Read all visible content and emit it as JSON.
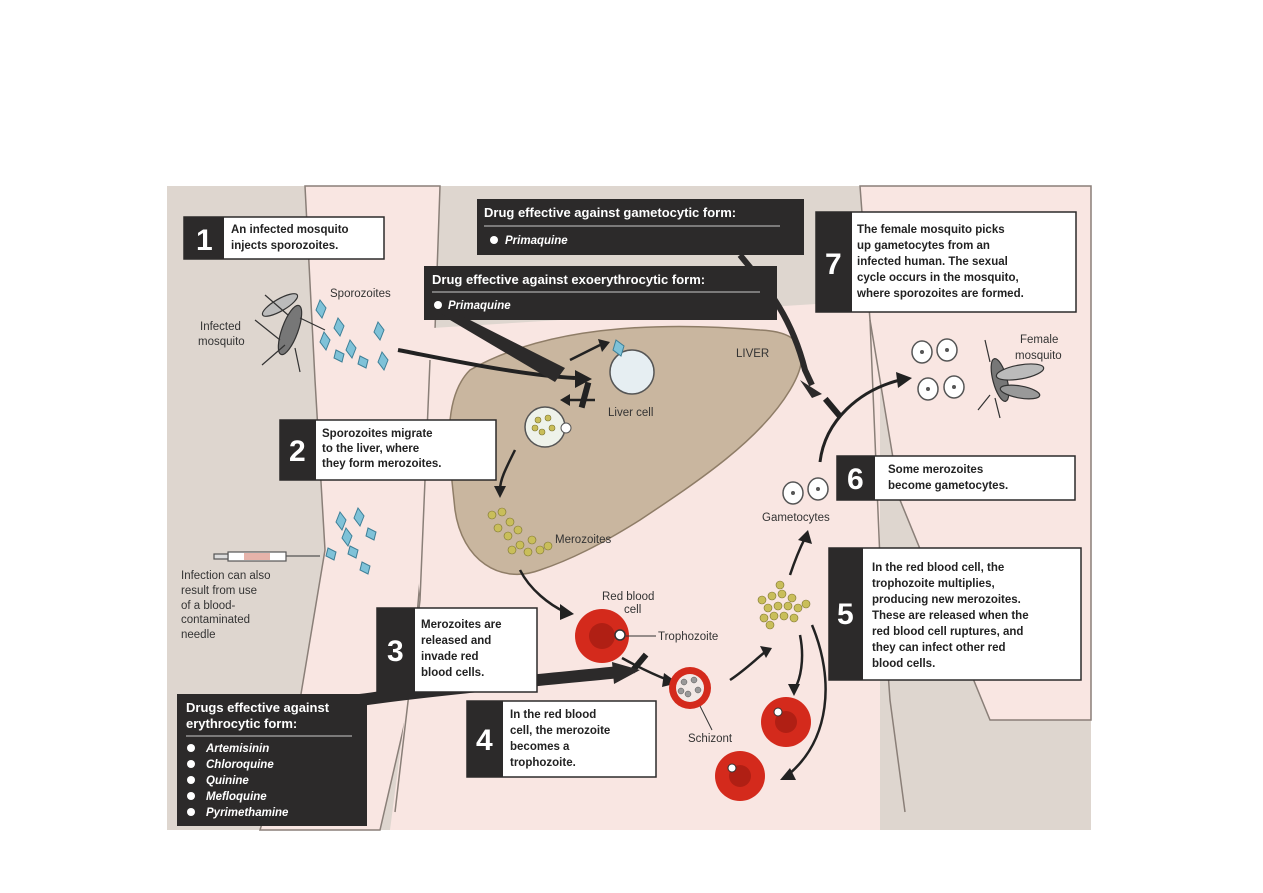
{
  "labels": {
    "sporozoites": "Sporozoites",
    "infected_mosquito": "Infected mosquito",
    "liver": "LIVER",
    "liver_cell": "Liver cell",
    "merozoites": "Merozoites",
    "red_blood_cell": "Red blood cell",
    "trophozoite": "Trophozoite",
    "schizont": "Schizont",
    "gametocytes": "Gametocytes",
    "female_mosquito": "Female mosquito",
    "needle_note": [
      "Infection can also",
      "result from use",
      "of a blood-",
      "contaminated",
      "needle"
    ]
  },
  "steps": [
    {
      "number": "1",
      "lines": [
        "An infected mosquito",
        "injects sporozoites."
      ]
    },
    {
      "number": "2",
      "lines": [
        "Sporozoites migrate",
        "to the liver, where",
        "they form merozoites."
      ]
    },
    {
      "number": "3",
      "lines": [
        "Merozoites are",
        "released and",
        "invade red",
        "blood cells."
      ]
    },
    {
      "number": "4",
      "lines": [
        "In the red blood",
        "cell, the merozoite",
        "becomes a",
        "trophozoite."
      ]
    },
    {
      "number": "5",
      "lines": [
        "In the red blood cell, the",
        "trophozoite multiplies,",
        "producing new merozoites.",
        "These are released when the",
        "red blood cell ruptures, and",
        "they can infect other red",
        "blood cells."
      ]
    },
    {
      "number": "6",
      "lines": [
        "Some merozoites",
        "become gametocytes."
      ]
    },
    {
      "number": "7",
      "lines": [
        "The female mosquito picks",
        "up gametocytes from an",
        "infected human. The sexual",
        "cycle occurs in the mosquito,",
        "where sporozoites are formed."
      ]
    }
  ],
  "drug_boxes": {
    "gametocytic": {
      "title": "Drug effective against gametocytic form:",
      "drugs": [
        "Primaquine"
      ]
    },
    "exoerythrocytic": {
      "title": "Drug effective against exoerythrocytic form:",
      "drugs": [
        "Primaquine"
      ]
    },
    "erythrocytic": {
      "title_lines": [
        "Drugs effective against",
        "erythrocytic form:"
      ],
      "drugs": [
        "Artemisinin",
        "Chloroquine",
        "Quinine",
        "Mefloquine",
        "Pyrimethamine"
      ]
    }
  },
  "colors": {
    "background": "#ded6cf",
    "skin": "#f9e6e2",
    "liver": "#c9b69f",
    "dark_box": "#2c2a2a",
    "sporozoite": "#7fc2d8",
    "blood_cell": "#d42a1c",
    "merozoite": "#c9be5a"
  }
}
